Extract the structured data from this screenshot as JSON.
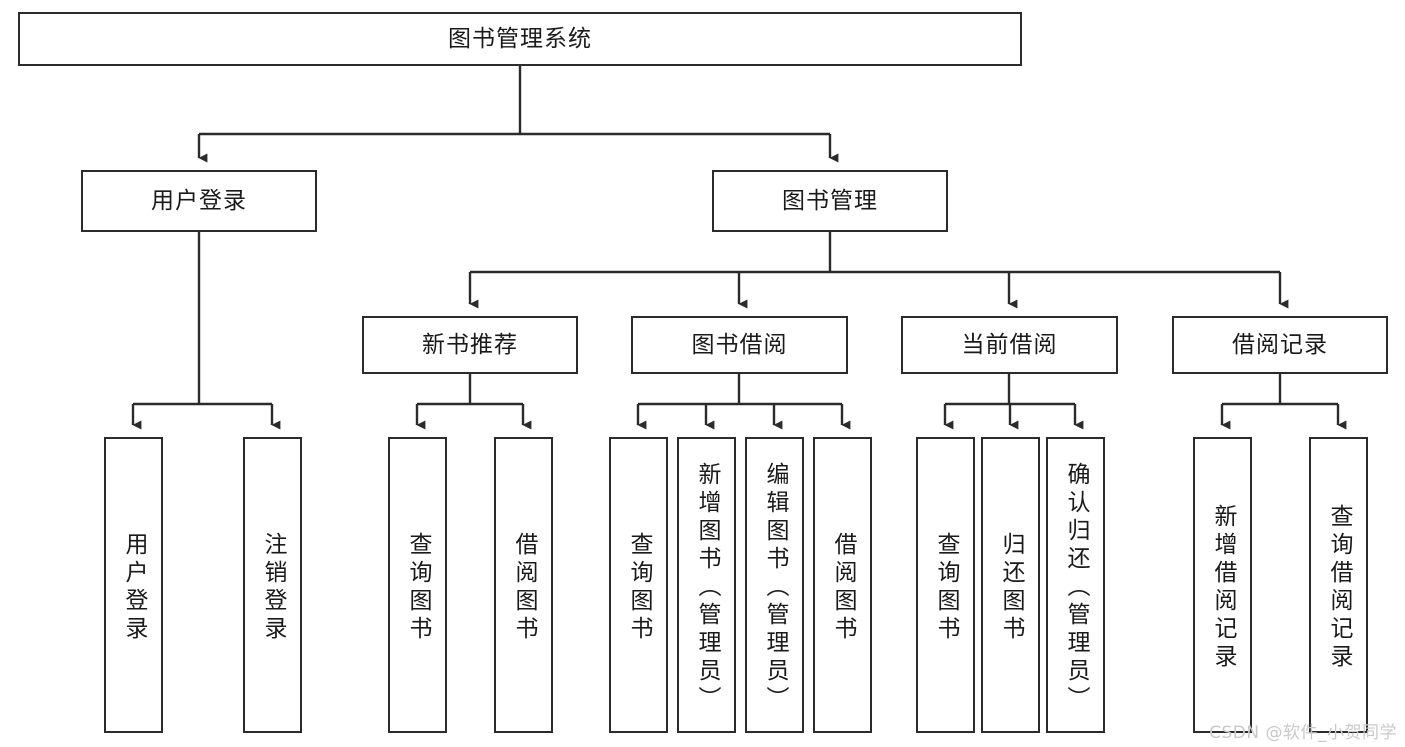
{
  "diagram": {
    "title": "图书管理系统",
    "type": "tree",
    "watermark": "CSDN @软件_小贺同学",
    "colors": {
      "stroke": "#2b2b2b",
      "fill": "#ffffff",
      "text": "#1a1a1a",
      "watermark": "#c9c9c9"
    },
    "levels": {
      "root": {
        "label": "图书管理系统"
      },
      "level2": [
        {
          "label": "用户登录"
        },
        {
          "label": "图书管理"
        }
      ],
      "level3": [
        {
          "label": "新书推荐"
        },
        {
          "label": "图书借阅"
        },
        {
          "label": "当前借阅"
        },
        {
          "label": "借阅记录"
        }
      ],
      "leaves": {
        "user_login": [
          {
            "label": "用户登录"
          },
          {
            "label": "注销登录"
          }
        ],
        "new_book_recommend": [
          {
            "label": "查询图书"
          },
          {
            "label": "借阅图书"
          }
        ],
        "book_borrow": [
          {
            "label": "查询图书"
          },
          {
            "label": "新增图书（管理员）"
          },
          {
            "label": "编辑图书（管理员）"
          },
          {
            "label": "借阅图书"
          }
        ],
        "current_borrow": [
          {
            "label": "查询图书"
          },
          {
            "label": "归还图书"
          },
          {
            "label": "确认归还（管理员）"
          }
        ],
        "borrow_record": [
          {
            "label": "新增借阅记录"
          },
          {
            "label": "查询借阅记录"
          }
        ]
      }
    }
  }
}
